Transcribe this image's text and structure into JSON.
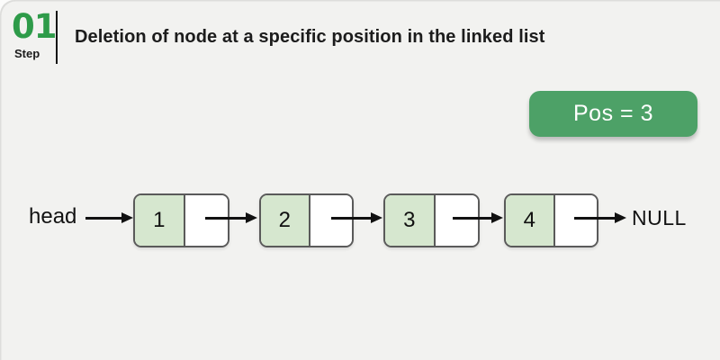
{
  "step": {
    "number": "01",
    "label": "Step"
  },
  "header": {
    "title": "Deletion of node at a specific position in the linked list"
  },
  "badge": {
    "text": "Pos = 3"
  },
  "diagram": {
    "head_label": "head",
    "null_label": "NULL",
    "nodes": [
      {
        "value": "1"
      },
      {
        "value": "2"
      },
      {
        "value": "3"
      },
      {
        "value": "4"
      }
    ]
  },
  "colors": {
    "background": "#f2f2f0",
    "accent_green": "#2e9b49",
    "badge_green": "#4da167",
    "node_fill": "#d6e7cf",
    "node_border": "#5a5a5a",
    "ink": "#1c1c1c"
  }
}
